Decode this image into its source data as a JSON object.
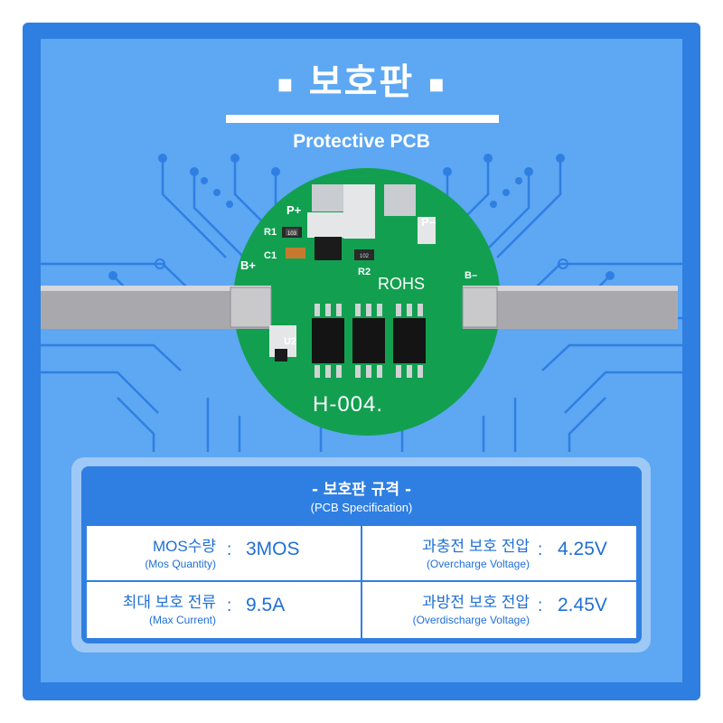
{
  "header": {
    "title": "보호판",
    "subtitle": "Protective PCB",
    "bullet_glyph": "■"
  },
  "board": {
    "silkscreen": {
      "p_plus": "P+",
      "p_minus": "P–",
      "b_plus": "B+",
      "b_minus": "B–",
      "r1": "R1",
      "c1": "C1",
      "r2": "R2",
      "u2": "U2",
      "rohs": "ROHS",
      "model": "H-004.",
      "r1_code": "103",
      "r2_code": "102"
    },
    "colors": {
      "board": "#12a050",
      "pad": "#c9ccd0",
      "strip": "#a9a9ad"
    }
  },
  "spec": {
    "title": "- 보호판 규격 -",
    "subtitle": "(PCB Specification)",
    "items": [
      {
        "label": "MOS수량",
        "sub": "(Mos Quantity)",
        "value": "3MOS"
      },
      {
        "label": "과충전 보호 전압",
        "sub": "(Overcharge Voltage)",
        "value": "4.25V"
      },
      {
        "label": "최대 보호 전류",
        "sub": "(Max Current)",
        "value": "9.5A"
      },
      {
        "label": "과방전 보호 전압",
        "sub": "(Overdischarge Voltage)",
        "value": "2.45V"
      }
    ],
    "separator": ":"
  },
  "colors": {
    "frame": "#2f7fe2",
    "panel": "#5da7f3",
    "text_accent": "#1f6fd6"
  }
}
